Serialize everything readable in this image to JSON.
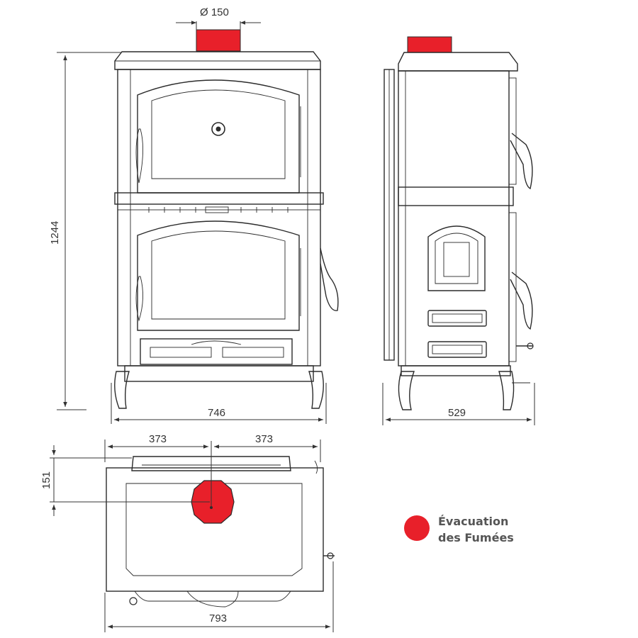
{
  "dimensions": {
    "flue_diameter": "Ø 150",
    "height": "1244",
    "front_width": "746",
    "side_depth": "529",
    "half_left": "373",
    "half_right": "373",
    "flue_offset": "151",
    "top_width": "793"
  },
  "legend": {
    "line1": "Évacuation",
    "line2": "des Fumées"
  },
  "colors": {
    "flue": "#e8202a",
    "line": "#2b2b2b"
  }
}
